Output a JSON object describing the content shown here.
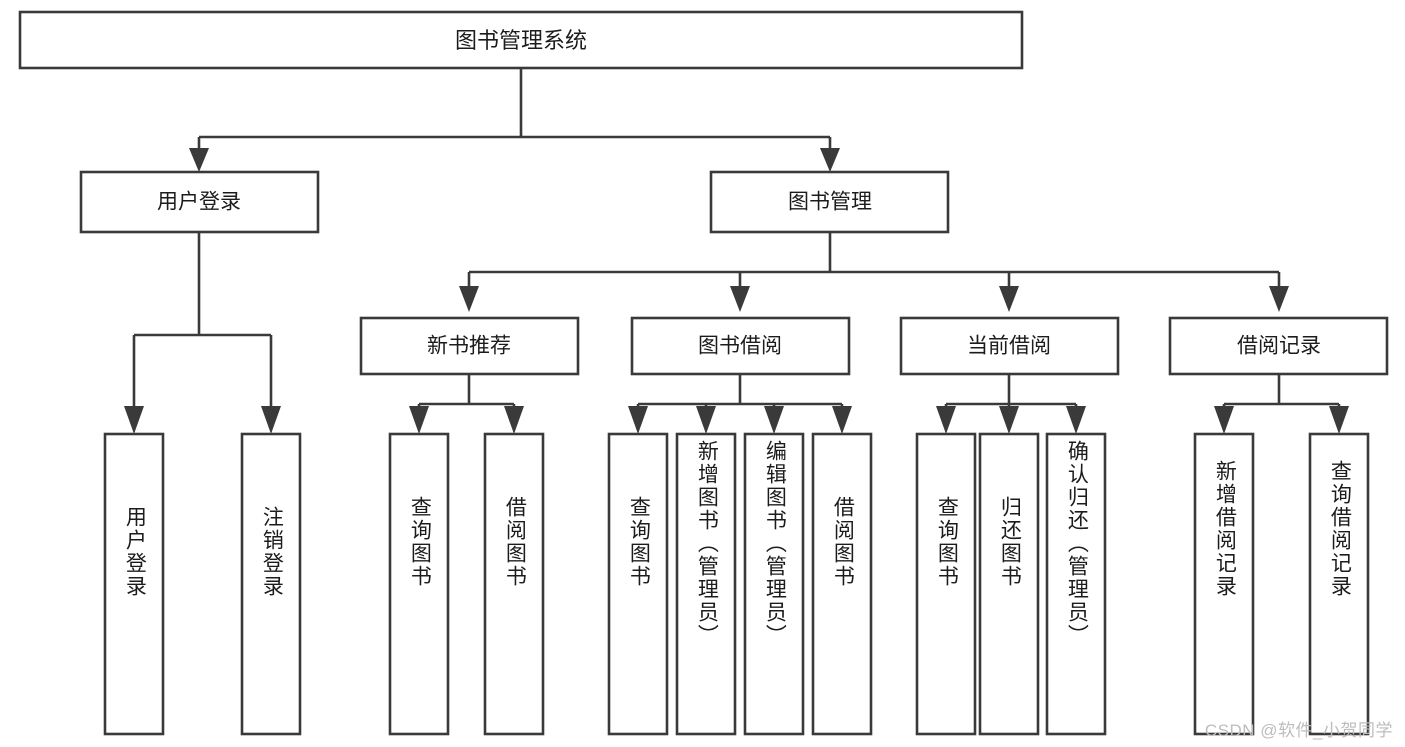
{
  "diagram": {
    "type": "tree-hierarchy-chart",
    "title": "图书管理系统",
    "background_color": "#ffffff",
    "line_color": "#3a3a3a",
    "text_color": "#1c1c1c",
    "root": {
      "label": "图书管理系统"
    },
    "level1": [
      {
        "label": "用户登录"
      },
      {
        "label": "图书管理"
      }
    ],
    "level2": [
      {
        "label": "新书推荐"
      },
      {
        "label": "图书借阅"
      },
      {
        "label": "当前借阅"
      },
      {
        "label": "借阅记录"
      }
    ],
    "leaves": {
      "user_login": [
        {
          "label": "用户登录"
        },
        {
          "label": "注销登录"
        }
      ],
      "new_book_recommend": [
        {
          "label": "查询图书"
        },
        {
          "label": "借阅图书"
        }
      ],
      "book_borrow": [
        {
          "label": "查询图书"
        },
        {
          "label": "新增图书（管理员）"
        },
        {
          "label": "编辑图书（管理员）"
        },
        {
          "label": "借阅图书"
        }
      ],
      "current_borrow": [
        {
          "label": "查询图书"
        },
        {
          "label": "归还图书"
        },
        {
          "label": "确认归还（管理员）"
        }
      ],
      "borrow_record": [
        {
          "label": "新增借阅记录"
        },
        {
          "label": "查询借阅记录"
        }
      ]
    },
    "watermark": "CSDN @软件_小贺同学"
  }
}
